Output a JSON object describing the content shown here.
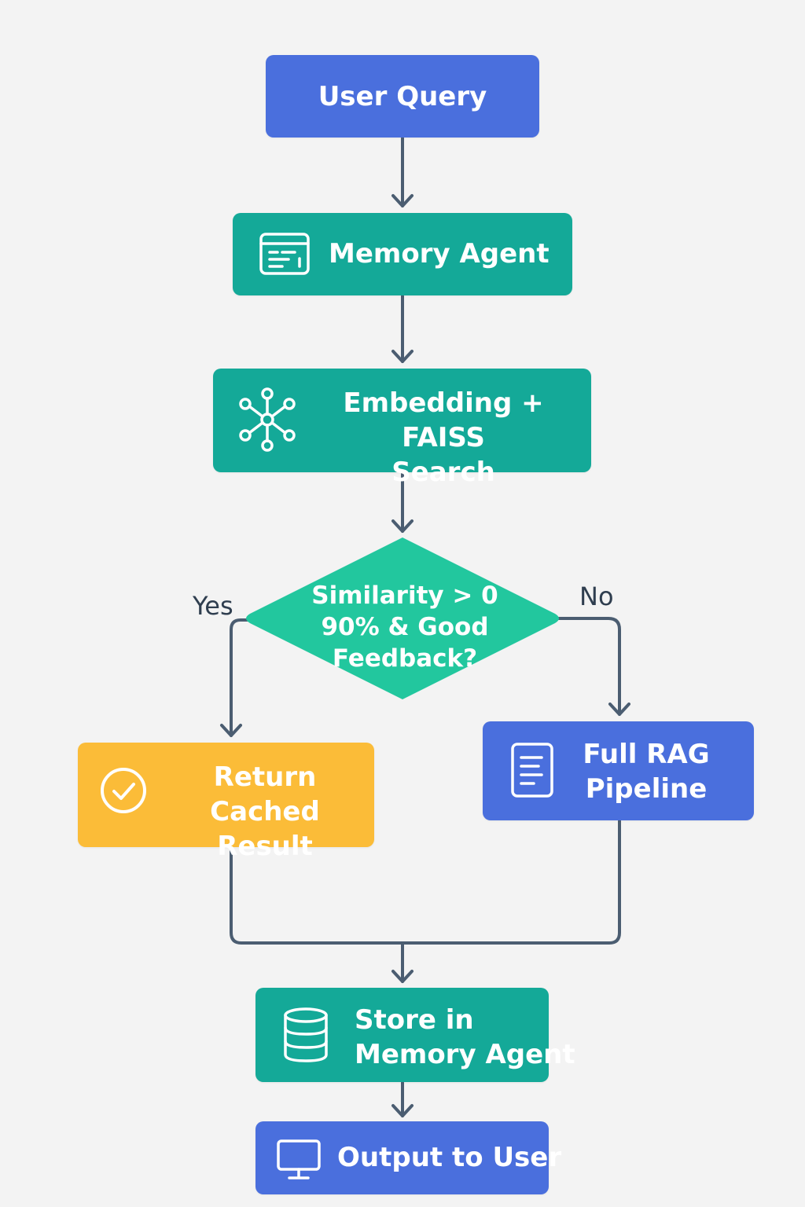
{
  "nodes": {
    "user_query": "User Query",
    "memory_agent": "Memory Agent",
    "embedding_line1": "Embedding + FAISS",
    "embedding_line2": "Search",
    "decision_line1": "Similarity > 0",
    "decision_line2": "90% & Good",
    "decision_line3": "Feedback?",
    "return_cached_line1": "Return Cached",
    "return_cached_line2": "Result",
    "full_rag_line1": "Full RAG",
    "full_rag_line2": "Pipeline",
    "store_line1": "Store in",
    "store_line2": "Memory Agent",
    "output": "Output to User"
  },
  "branches": {
    "yes": "Yes",
    "no": "No"
  },
  "icons": {
    "memory_agent": "window-list-icon",
    "embedding": "network-hub-icon",
    "return_cached": "check-circle-icon",
    "full_rag": "document-icon",
    "store": "database-icon",
    "output": "monitor-icon"
  },
  "colors": {
    "blue": "#4a6fdd",
    "teal": "#14a998",
    "decision": "#22c79e",
    "yellow": "#fbbc38",
    "connector": "#4b5d71",
    "background": "#f3f3f3"
  }
}
